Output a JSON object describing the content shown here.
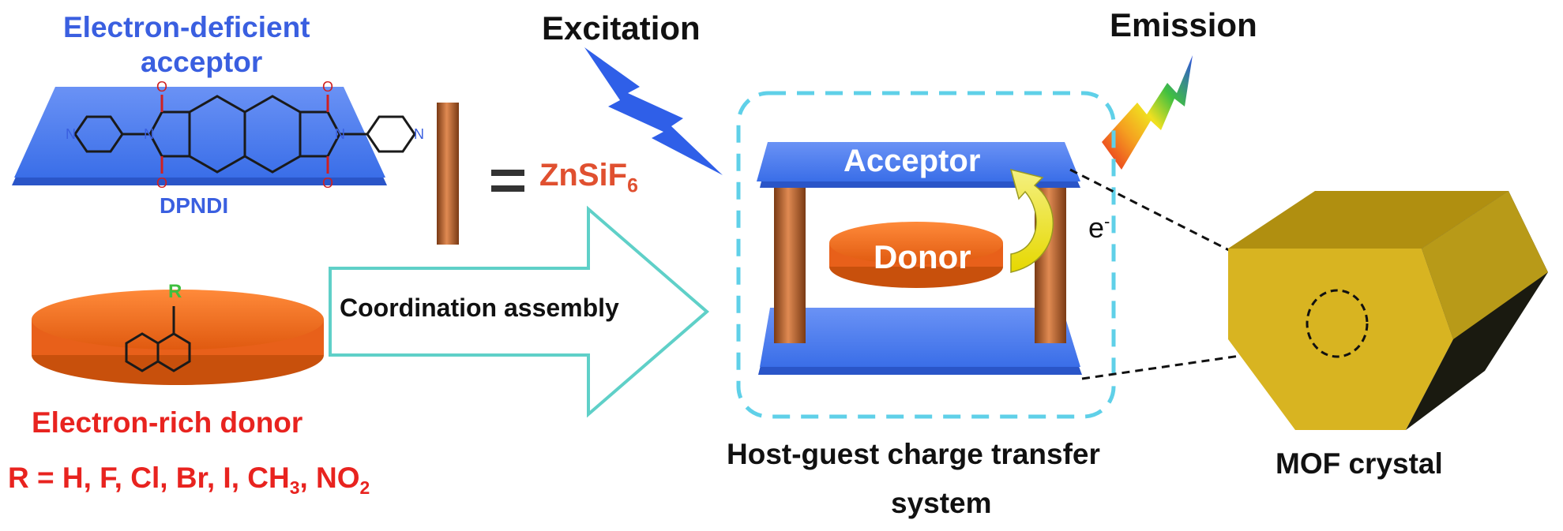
{
  "acceptor_block": {
    "title_line1": "Electron-deficient",
    "title_line2": "acceptor",
    "molecule_name": "DPNDI",
    "oxygen_atom": "O",
    "nitrogen_atom": "N"
  },
  "linker": {
    "equals": "=",
    "formula_base": "ZnSiF",
    "formula_sub": "6"
  },
  "donor_block": {
    "substituent_label": "R",
    "title": "Electron-rich donor",
    "r_list_prefix": "R = H, F, Cl, Br, I, CH",
    "r_list_sub1": "3",
    "r_list_mid": ", NO",
    "r_list_sub2": "2"
  },
  "process": {
    "arrow_label": "Coordination assembly"
  },
  "system": {
    "excitation": "Excitation",
    "emission": "Emission",
    "acceptor_label": "Acceptor",
    "donor_label": "Donor",
    "electron": "e",
    "electron_charge": "-",
    "caption_line1": "Host-guest charge transfer",
    "caption_line2": "system"
  },
  "crystal": {
    "caption": "MOF crystal"
  },
  "colors": {
    "acceptor_blue": "#3a6ee8",
    "donor_orange": "#f26a1b",
    "pillar_brown": "#b8602a",
    "dashed_cyan": "#5fd0e8",
    "arrow_outline": "#5fd0c8",
    "crystal_gold": "#d4b020",
    "title_blue": "#3a5fe0",
    "title_red": "#e8231f"
  }
}
